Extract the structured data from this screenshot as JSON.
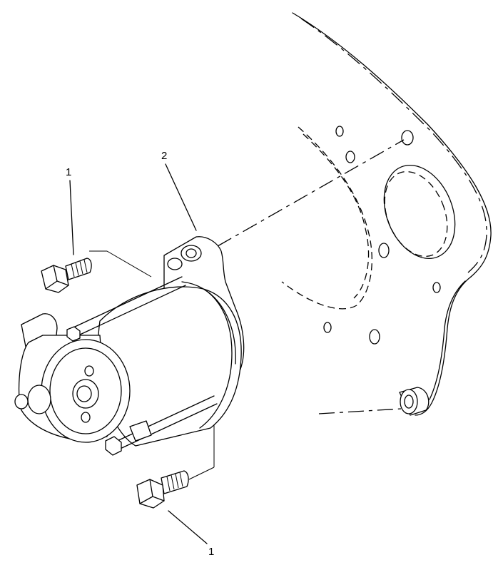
{
  "callouts": {
    "bolt_upper": "1",
    "starter_motor": "2",
    "bolt_lower": "1"
  }
}
